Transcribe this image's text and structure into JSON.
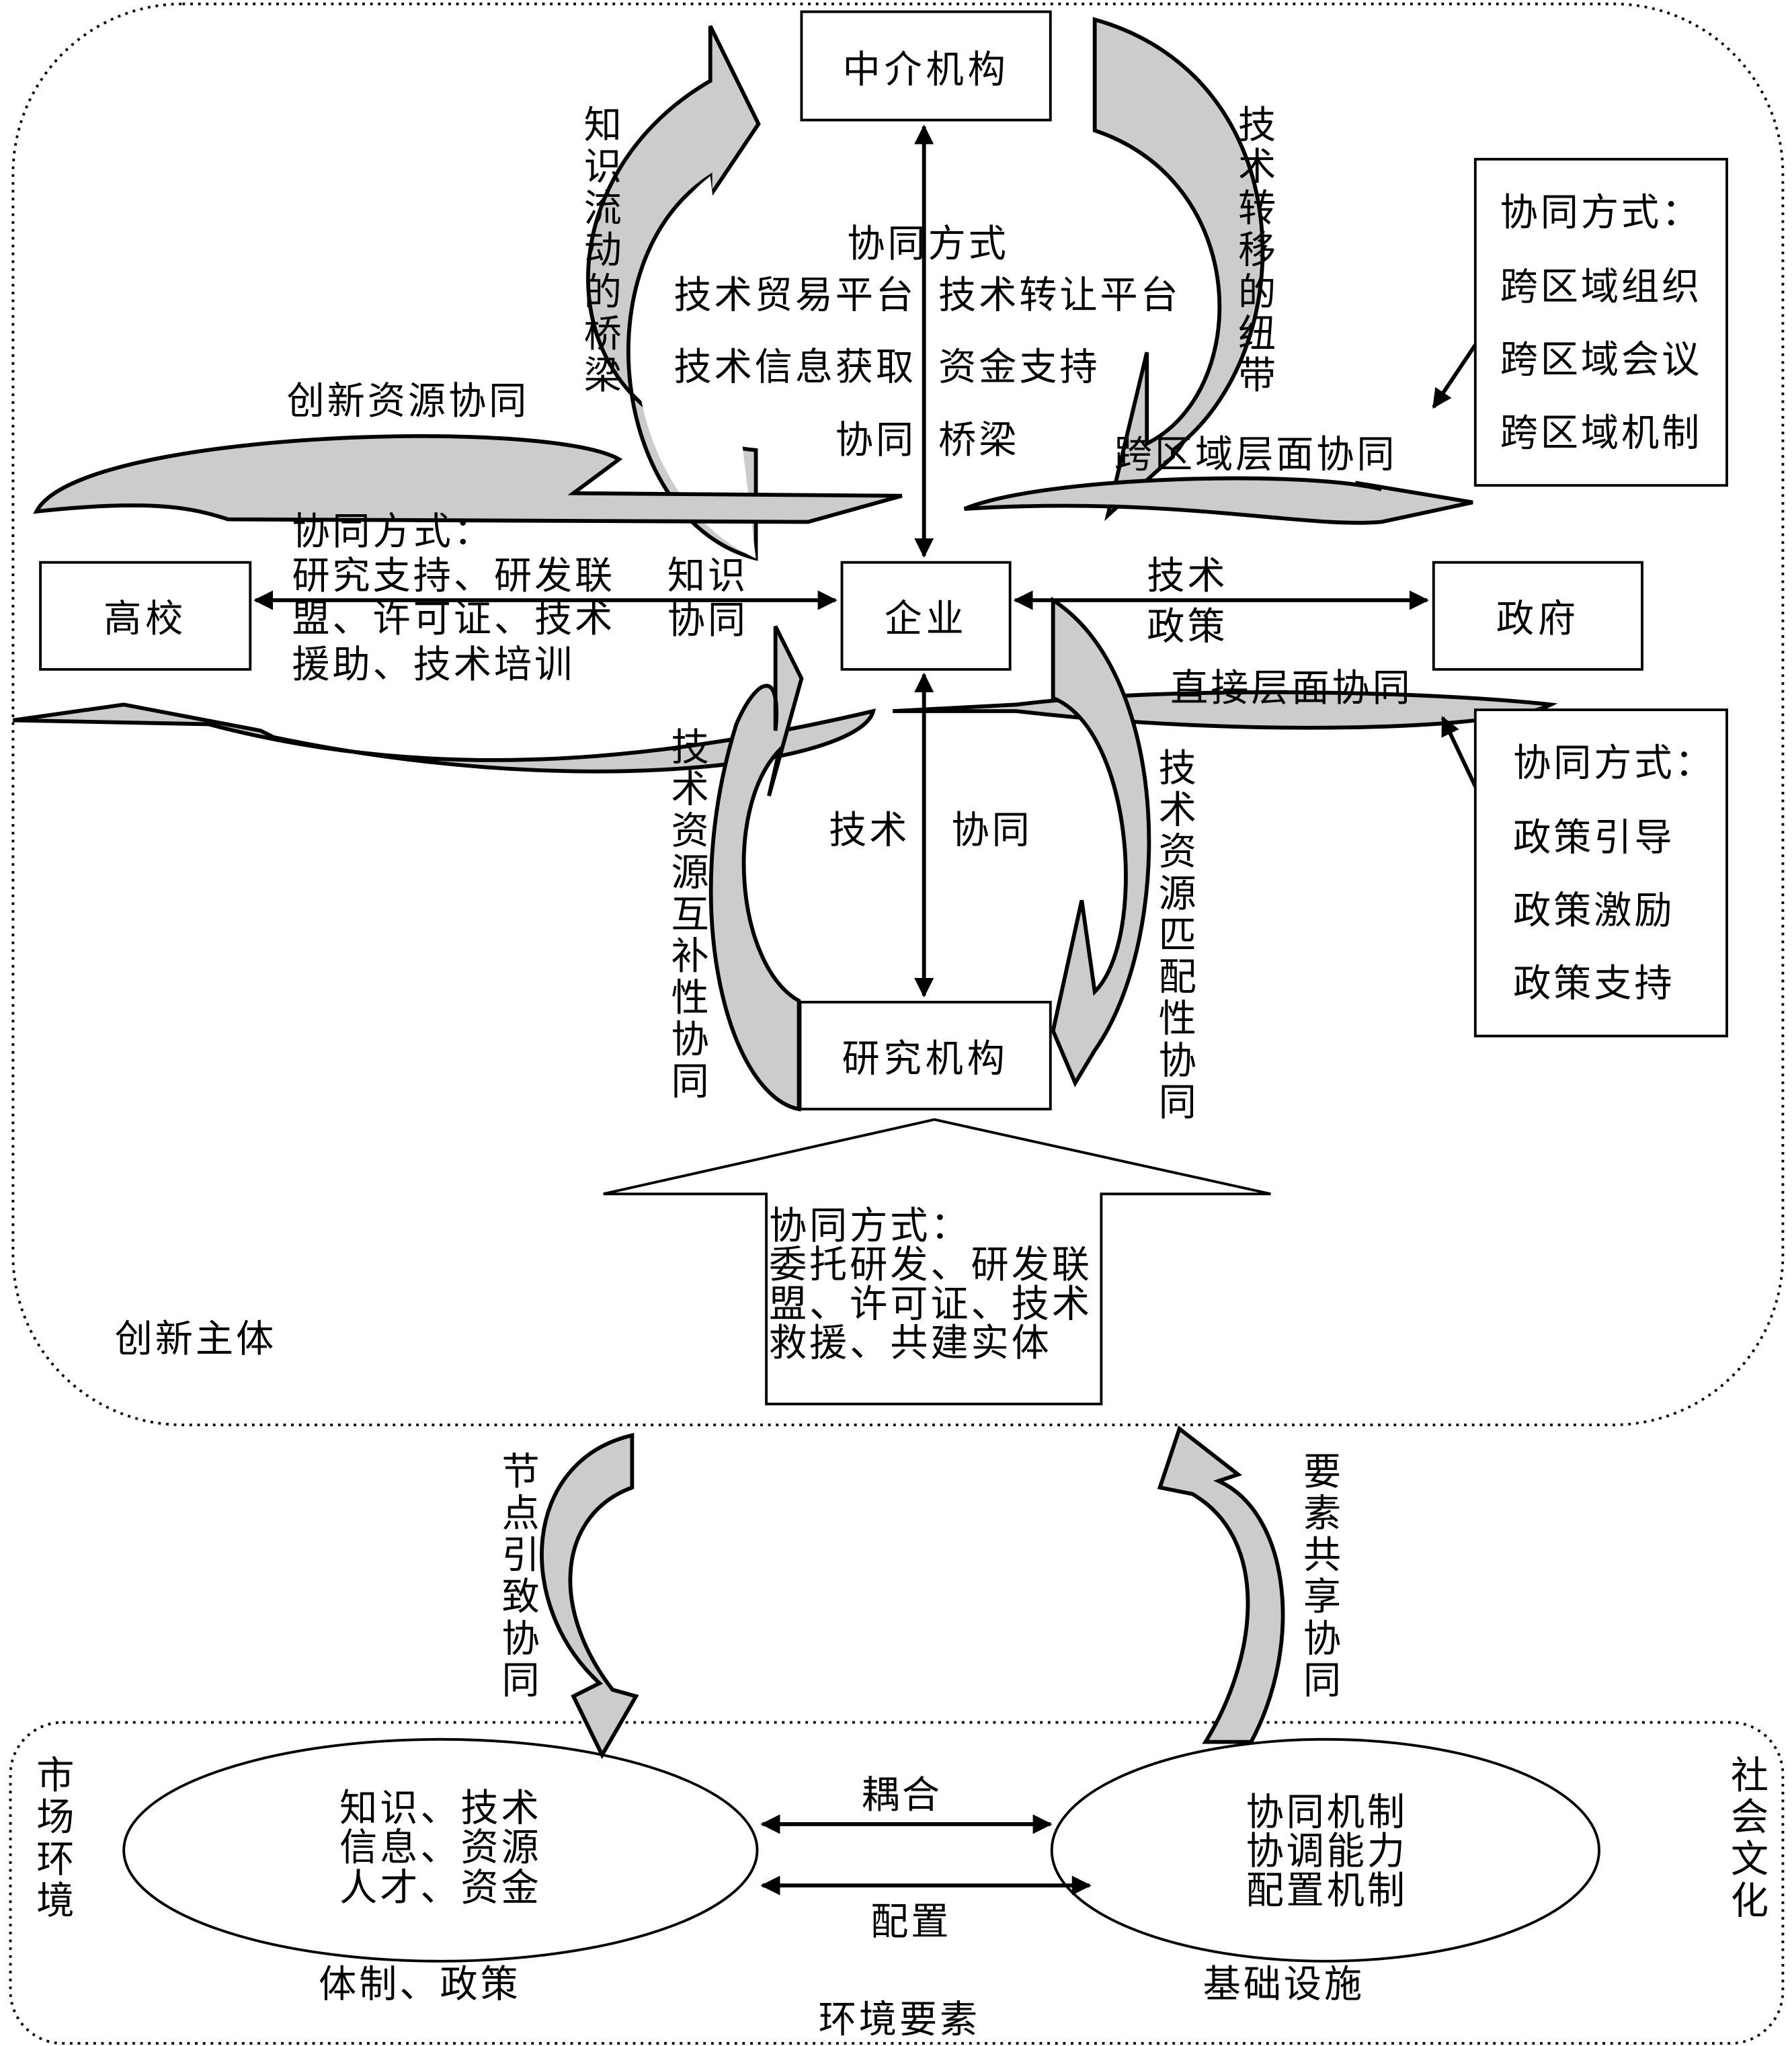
{
  "colors": {
    "stroke": "#000000",
    "arrow_fill": "#cccccc",
    "background": "#ffffff"
  },
  "nodes": {
    "intermediary": "中介机构",
    "university": "高校",
    "enterprise": "企业",
    "government": "政府",
    "research": "研究机构"
  },
  "center_top": {
    "mode": "协同方式",
    "row1_left": "技术贸易平台",
    "row1_right": "技术转让平台",
    "row2_left": "技术信息获取",
    "row2_right": "资金支持",
    "row3_left": "协同",
    "row3_right": "桥梁"
  },
  "center_bottom": {
    "left": "技术",
    "right": "协同"
  },
  "arrow_labels": {
    "knowledge_bridge": "知识流动的桥梁",
    "tech_transfer": "技术转移的纽带",
    "resource_collab": "创新资源协同",
    "cross_region": "跨区域层面协同",
    "direct_level": "直接层面协同",
    "complementary": "技术资源互补性协同",
    "matching": "技术资源匹配性协同",
    "node_induced": "节点引致协同",
    "element_sharing": "要素共享协同"
  },
  "university_link": {
    "lines": [
      "协同方式：",
      "研究支持、研发联",
      "盟、许可证、技术",
      "援助、技术培训"
    ],
    "tag1": "知识",
    "tag2": "协同"
  },
  "government_link": {
    "tag1": "技术",
    "tag2": "政策"
  },
  "cross_region_box": [
    "协同方式：",
    "跨区域组织",
    "跨区域会议",
    "跨区域机制"
  ],
  "policy_box": [
    "协同方式：",
    "政策引导",
    "政策激励",
    "政策支持"
  ],
  "research_arrow": [
    "协同方式：",
    "委托研发、研发联",
    "盟、许可证、技术",
    "救援、共建实体"
  ],
  "innovation_subject_label": "创新主体",
  "environment": {
    "left_side": "市场环境",
    "right_side": "社会文化",
    "left_ellipse": [
      "知识、技术",
      "信息、资源",
      "人才、资金"
    ],
    "right_ellipse": [
      "协同机制",
      "协调能力",
      "配置机制"
    ],
    "coupling": "耦合",
    "allocation": "配置",
    "institution_policy": "体制、政策",
    "infrastructure": "基础设施",
    "title": "环境要素"
  }
}
